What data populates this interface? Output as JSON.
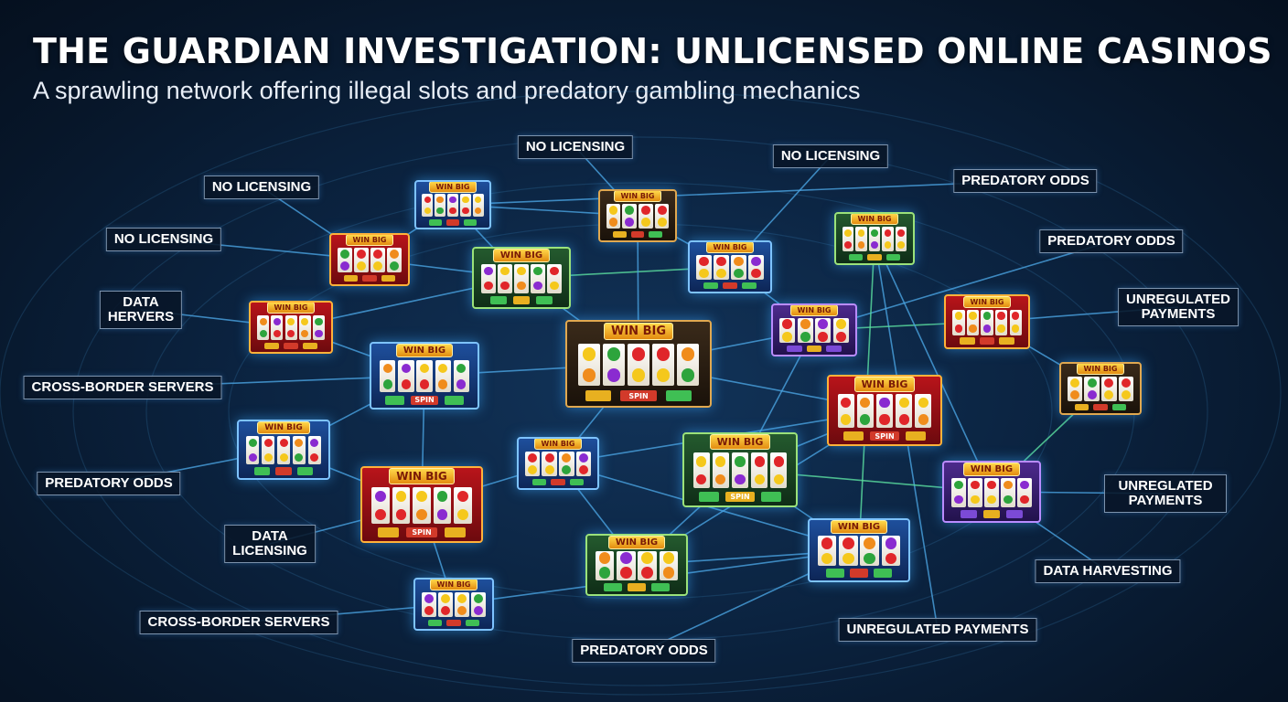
{
  "header": {
    "title": "THE GUARDIAN INVESTIGATION: UNLICENSED ONLINE CASINOS",
    "subtitle": "A sprawling network offering illegal slots and predatory gambling mechanics"
  },
  "machine_banner": "WIN BIG",
  "machine_button": "SPIN",
  "colors": {
    "line": "#4aa3e0",
    "line_green": "#5be0a0",
    "banner": "#ffc830",
    "label_border": "#7d93ad"
  },
  "labels": [
    {
      "id": "l0",
      "text": "NO LICENSING"
    },
    {
      "id": "l1",
      "text": "NO LICENSING"
    },
    {
      "id": "l2",
      "text": "NO LICENSING"
    },
    {
      "id": "l3",
      "text": "NO LICENSING"
    },
    {
      "id": "l4",
      "text": "PREDATORY ODDS"
    },
    {
      "id": "l5",
      "text": "PREDATORY ODDS"
    },
    {
      "id": "l6",
      "text": "DATA\nHERVERS"
    },
    {
      "id": "l7",
      "text": "UNREGULATED\nPAYMENTS"
    },
    {
      "id": "l8",
      "text": "CROSS-BORDER SERVERS"
    },
    {
      "id": "l9",
      "text": "PREDATORY ODDS"
    },
    {
      "id": "l10",
      "text": "UNREGLATED PAYMENTS"
    },
    {
      "id": "l11",
      "text": "DATA\nLICENSING"
    },
    {
      "id": "l12",
      "text": "DATA HARVESTING"
    },
    {
      "id": "l13",
      "text": "CROSS-BORDER SERVERS"
    },
    {
      "id": "l14",
      "text": "UNREGULATED PAYMENTS"
    },
    {
      "id": "l15",
      "text": "PREDATORY ODDS"
    }
  ],
  "machines": [
    {
      "id": "m0",
      "reels": 5,
      "theme": "blue"
    },
    {
      "id": "m1",
      "reels": 4,
      "theme": "dark"
    },
    {
      "id": "m2",
      "reels": 5,
      "theme": "red"
    },
    {
      "id": "m3",
      "reels": 4,
      "theme": "red"
    },
    {
      "id": "m4",
      "reels": 5,
      "theme": "green"
    },
    {
      "id": "m5",
      "reels": 4,
      "theme": "blue"
    },
    {
      "id": "m6",
      "reels": 5,
      "theme": "red"
    },
    {
      "id": "m7",
      "reels": 4,
      "theme": "purple"
    },
    {
      "id": "m8",
      "reels": 5,
      "theme": "dark"
    },
    {
      "id": "m9",
      "reels": 5,
      "theme": "blue"
    },
    {
      "id": "m10",
      "reels": 5,
      "theme": "blue"
    },
    {
      "id": "m11",
      "reels": 5,
      "theme": "red"
    },
    {
      "id": "m12",
      "reels": 4,
      "theme": "blue"
    },
    {
      "id": "m13",
      "reels": 5,
      "theme": "green"
    },
    {
      "id": "m14",
      "reels": 5,
      "theme": "red"
    },
    {
      "id": "m15",
      "reels": 4,
      "theme": "dark"
    },
    {
      "id": "m16",
      "reels": 4,
      "theme": "green"
    },
    {
      "id": "m17",
      "reels": 5,
      "theme": "purple"
    },
    {
      "id": "m18",
      "reels": 4,
      "theme": "blue"
    },
    {
      "id": "m19",
      "reels": 4,
      "theme": "blue"
    },
    {
      "id": "m20",
      "reels": 5,
      "theme": "green"
    }
  ],
  "connections": [
    [
      "l0",
      "m3"
    ],
    [
      "l1",
      "m1"
    ],
    [
      "l2",
      "m5"
    ],
    [
      "l3",
      "m3"
    ],
    [
      "l4",
      "m0"
    ],
    [
      "l5",
      "m7"
    ],
    [
      "l6",
      "m2"
    ],
    [
      "l7",
      "m6"
    ],
    [
      "l8",
      "m9"
    ],
    [
      "l9",
      "m10"
    ],
    [
      "l10",
      "m17"
    ],
    [
      "l11",
      "m11"
    ],
    [
      "l12",
      "m17"
    ],
    [
      "l13",
      "m18"
    ],
    [
      "l14",
      "m20"
    ],
    [
      "l15",
      "m19"
    ],
    [
      "m0",
      "m1"
    ],
    [
      "m0",
      "m4"
    ],
    [
      "m1",
      "m5"
    ],
    [
      "m3",
      "m4"
    ],
    [
      "m4",
      "m8"
    ],
    [
      "m4",
      "m5"
    ],
    [
      "m5",
      "m7"
    ],
    [
      "m7",
      "m6"
    ],
    [
      "m8",
      "m9"
    ],
    [
      "m8",
      "m7"
    ],
    [
      "m8",
      "m14"
    ],
    [
      "m9",
      "m10"
    ],
    [
      "m9",
      "m11"
    ],
    [
      "m10",
      "m11"
    ],
    [
      "m11",
      "m12"
    ],
    [
      "m12",
      "m14"
    ],
    [
      "m14",
      "m16"
    ],
    [
      "m16",
      "m13"
    ],
    [
      "m13",
      "m17"
    ],
    [
      "m13",
      "m19"
    ],
    [
      "m19",
      "m20"
    ],
    [
      "m20",
      "m17"
    ],
    [
      "m16",
      "m19"
    ],
    [
      "m15",
      "m17"
    ],
    [
      "m2",
      "m9"
    ],
    [
      "m2",
      "m4"
    ],
    [
      "m6",
      "m15"
    ],
    [
      "m3",
      "m0"
    ],
    [
      "m12",
      "m19"
    ],
    [
      "m11",
      "m18"
    ],
    [
      "m18",
      "m19"
    ],
    [
      "m12",
      "m16"
    ],
    [
      "m14",
      "m13"
    ],
    [
      "m8",
      "m12"
    ],
    [
      "m7",
      "m13"
    ],
    [
      "m1",
      "m8"
    ]
  ],
  "green_connections": [
    [
      "m4",
      "m5"
    ],
    [
      "m7",
      "m6"
    ],
    [
      "m13",
      "m17"
    ],
    [
      "m19",
      "m20"
    ],
    [
      "m15",
      "m17"
    ]
  ]
}
